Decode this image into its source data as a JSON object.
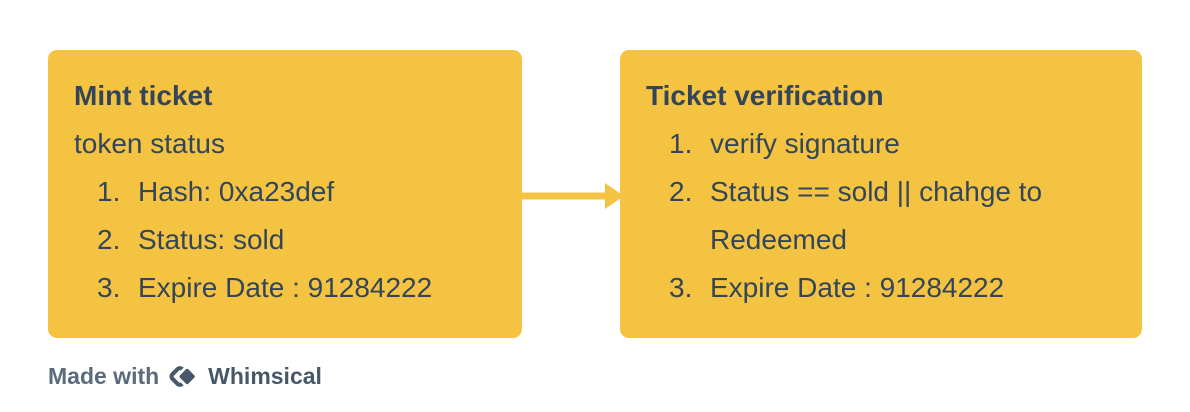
{
  "canvas": {
    "background": "#ffffff"
  },
  "colors": {
    "node_fill": "#F5C342",
    "node_text": "#334659",
    "connector": "#F5C342",
    "watermark_text": "#5B6B7C",
    "watermark_brand": "#46586A"
  },
  "nodes": [
    {
      "title": "Mint ticket",
      "subtitle": "token status",
      "items": [
        "Hash: 0xa23def",
        "Status: sold",
        "Expire Date : 91284222"
      ]
    },
    {
      "title": "Ticket verification",
      "items": [
        "verify signature",
        "Status == sold || chahge to Redeemed",
        "Expire Date : 91284222"
      ]
    }
  ],
  "connector": {
    "style": "arrow",
    "direction": "right"
  },
  "watermark": {
    "prefix": "Made with",
    "brand": "Whimsical"
  }
}
